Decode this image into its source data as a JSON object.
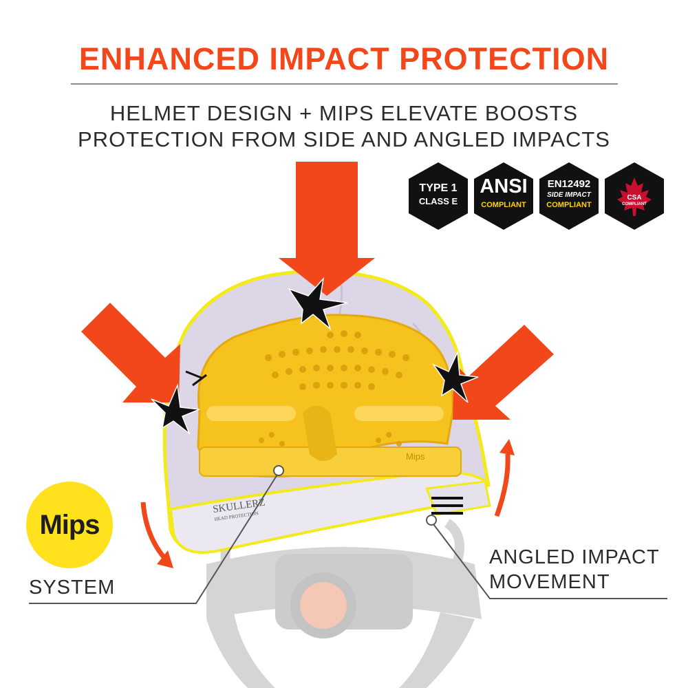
{
  "header": {
    "title": "ENHANCED IMPACT PROTECTION",
    "subtitle_line1": "HELMET DESIGN + MIPS ELEVATE BOOSTS",
    "subtitle_line2": "PROTECTION FROM SIDE AND ANGLED IMPACTS"
  },
  "badges": [
    {
      "line1": "TYPE 1",
      "line2": "CLASS E",
      "icon": "hexagon-badge"
    },
    {
      "line1": "ANSI",
      "line2": "COMPLIANT",
      "icon": "hexagon-badge"
    },
    {
      "line1": "EN12492",
      "line2": "SIDE IMPACT",
      "line3": "COMPLIANT",
      "icon": "hexagon-badge"
    },
    {
      "line1": "CSA",
      "line2": "COMPLIANT",
      "icon": "maple-leaf-icon"
    }
  ],
  "helmet": {
    "brand_text": "SKULLERZ",
    "brand_subtext": "HEAD PROTECTION",
    "liner_text": "Mips"
  },
  "callouts": {
    "mips_logo": "Mips",
    "system_label": "SYSTEM",
    "angled_line1": "ANGLED IMPACT",
    "angled_line2": "MOVEMENT"
  },
  "colors": {
    "accent_orange": "#f2461b",
    "mips_yellow": "#ffe11e",
    "badge_black": "#111111",
    "csa_red": "#c8102e",
    "text_dark": "#2b2b2b"
  }
}
